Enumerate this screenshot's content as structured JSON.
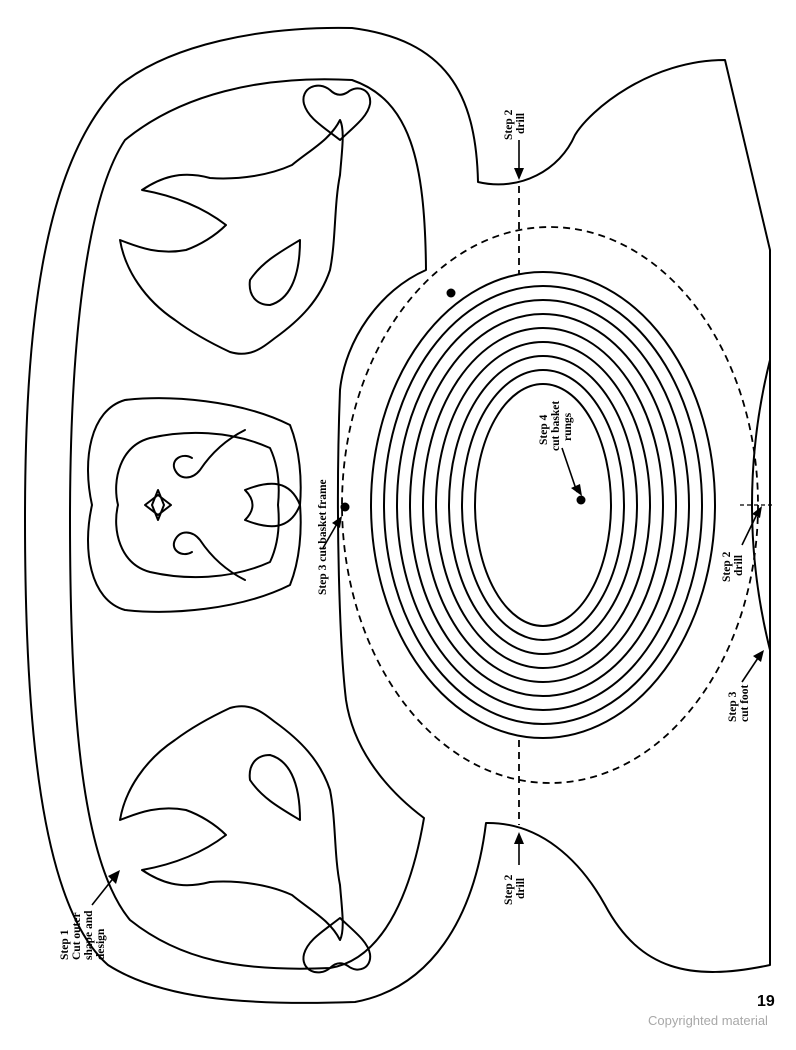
{
  "labels": {
    "step1": [
      "Step 1",
      "Cut outer",
      "shape and",
      "design"
    ],
    "step2_top": [
      "Step 2",
      "drill"
    ],
    "step2_bottom": [
      "Step 2",
      "drill"
    ],
    "step2_right": [
      "Step 2",
      "drill"
    ],
    "step3_frame": "Step 3 cut basket frame",
    "step3_foot": [
      "Step 3",
      "cut foot"
    ],
    "step4": [
      "Step 4",
      "cut basket",
      "rungs"
    ]
  },
  "page_number": "19",
  "watermark": "Copyrighted material"
}
